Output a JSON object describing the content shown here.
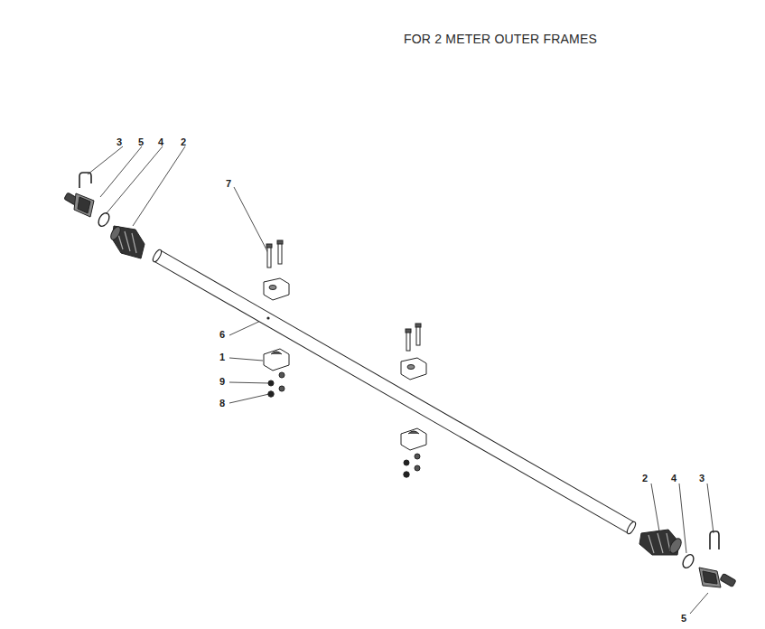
{
  "diagram": {
    "title": "FOR 2 METER OUTER FRAMES",
    "labels": [
      "3",
      "5",
      "4",
      "2",
      "7",
      "6",
      "1",
      "9",
      "8",
      "2",
      "4",
      "3",
      "5"
    ]
  }
}
